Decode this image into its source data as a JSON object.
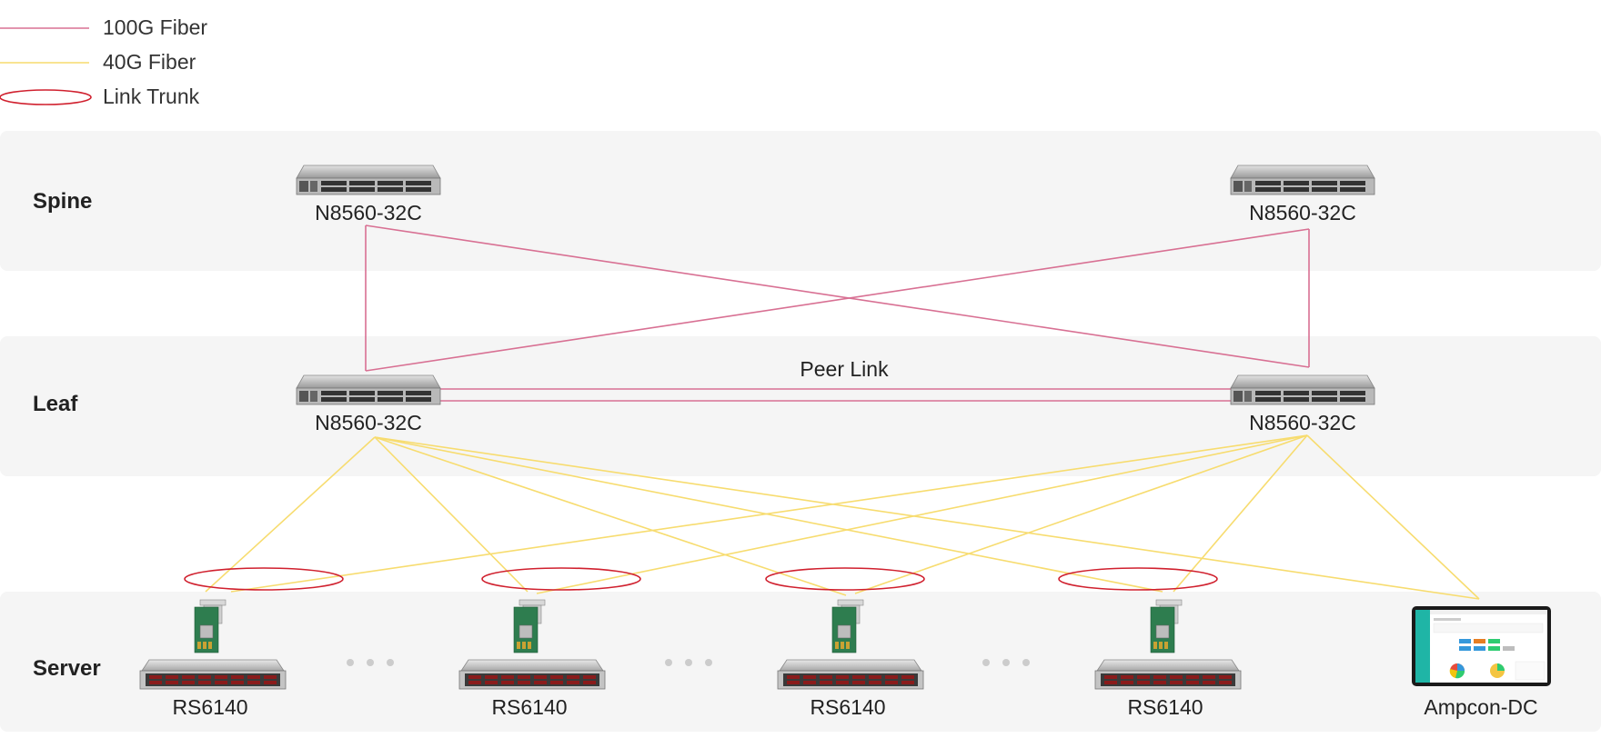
{
  "legend": {
    "items": [
      {
        "label": "100G Fiber",
        "color": "#d87093"
      },
      {
        "label": "40G Fiber",
        "color": "#f7dc6f"
      },
      {
        "label": "Link Trunk",
        "color": "#d0202e"
      }
    ]
  },
  "tiers": {
    "spine": "Spine",
    "leaf": "Leaf",
    "server": "Server"
  },
  "devices": {
    "spine_left": "N8560-32C",
    "spine_right": "N8560-32C",
    "leaf_left": "N8560-32C",
    "leaf_right": "N8560-32C",
    "servers": [
      "RS6140",
      "RS6140",
      "RS6140",
      "RS6140"
    ],
    "management": "Ampcon-DC"
  },
  "peer_link": "Peer Link",
  "colors": {
    "band": "#f5f5f5",
    "fiber_100g": "#d87093",
    "fiber_40g": "#f7dc6f",
    "trunk": "#d0202e",
    "nic_green": "#2e7d4f",
    "teal_screen": "#1fb5a6"
  }
}
